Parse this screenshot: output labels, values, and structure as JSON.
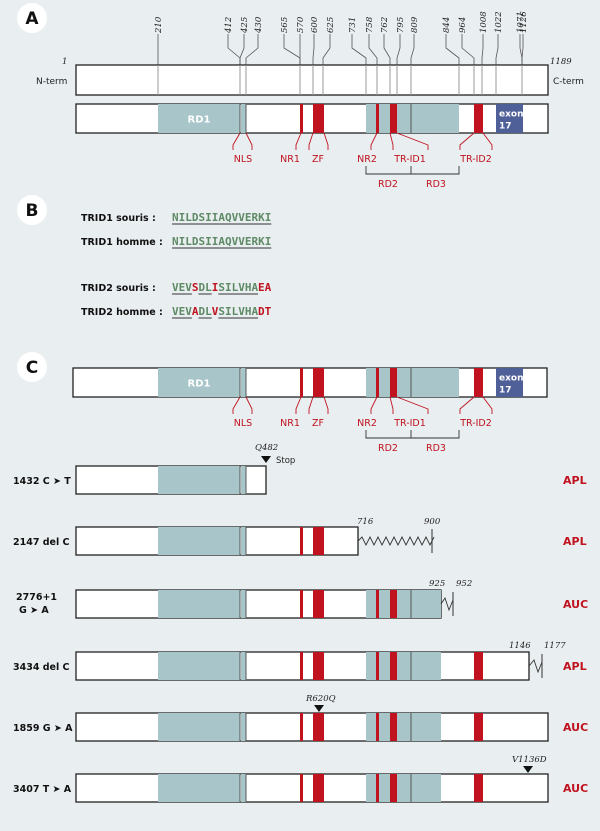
{
  "panels": [
    "A",
    "B",
    "C"
  ],
  "colors": {
    "frame": "#222222",
    "domain": "#a8c6c9",
    "red": "#c0121f",
    "exon": "#4f5f97",
    "seq_green": "#5e8a66",
    "background": "#e9eef0"
  },
  "protein": {
    "start": "1",
    "end": "1189",
    "n_term": "N-term",
    "c_term": "C-term",
    "positions": [
      "210",
      "412",
      "425",
      "430",
      "565",
      "570",
      "600",
      "625",
      "731",
      "758",
      "762",
      "795",
      "809",
      "844",
      "964",
      "1008",
      "1022",
      "1071",
      "1126"
    ]
  },
  "domains": {
    "rd1": "RD1",
    "exon_line1": "exon",
    "exon_line2": "17",
    "nls": "NLS",
    "nr1": "NR1",
    "zf": "ZF",
    "nr2": "NR2",
    "trid1": "TR-ID1",
    "trid2": "TR-ID2",
    "rd2": "RD2",
    "rd3": "RD3"
  },
  "sequences": [
    {
      "label": "TRID1 souris :",
      "segments": [
        {
          "text": "NILDSIIAQVVERKI",
          "red": false
        }
      ]
    },
    {
      "label": "TRID1 homme :",
      "segments": [
        {
          "text": "NILDSIIAQVVERKI",
          "red": false
        }
      ]
    },
    {
      "label": "TRID2  souris :",
      "segments": [
        {
          "text": "VEV",
          "red": false
        },
        {
          "text": "S",
          "red": true
        },
        {
          "text": "DL",
          "red": false
        },
        {
          "text": "I",
          "red": true
        },
        {
          "text": "SILVHA",
          "red": false
        },
        {
          "text": "EA",
          "red": true
        }
      ]
    },
    {
      "label": "TRID2  homme :",
      "segments": [
        {
          "text": "VEV",
          "red": false
        },
        {
          "text": "A",
          "red": true
        },
        {
          "text": "DL",
          "red": false
        },
        {
          "text": "V",
          "red": true
        },
        {
          "text": "SILVHA",
          "red": false
        },
        {
          "text": "DT",
          "red": true
        }
      ]
    }
  ],
  "mutations": [
    {
      "name": "1432 C ➤ T",
      "disease": "APL",
      "annotation": "Q482",
      "stop": "Stop"
    },
    {
      "name": "2147 del C",
      "disease": "APL",
      "labels": [
        "716",
        "900"
      ]
    },
    {
      "name_line1": "2776+1",
      "name_line2": "G ➤ A",
      "disease": "AUC",
      "labels": [
        "925",
        "952"
      ]
    },
    {
      "name": "3434 del C",
      "disease": "APL",
      "labels": [
        "1146",
        "1177"
      ]
    },
    {
      "name": "1859 G ➤ A",
      "disease": "AUC",
      "annotation": "R620Q"
    },
    {
      "name": "3407 T ➤ A",
      "disease": "AUC",
      "annotation": "V1136D"
    }
  ]
}
